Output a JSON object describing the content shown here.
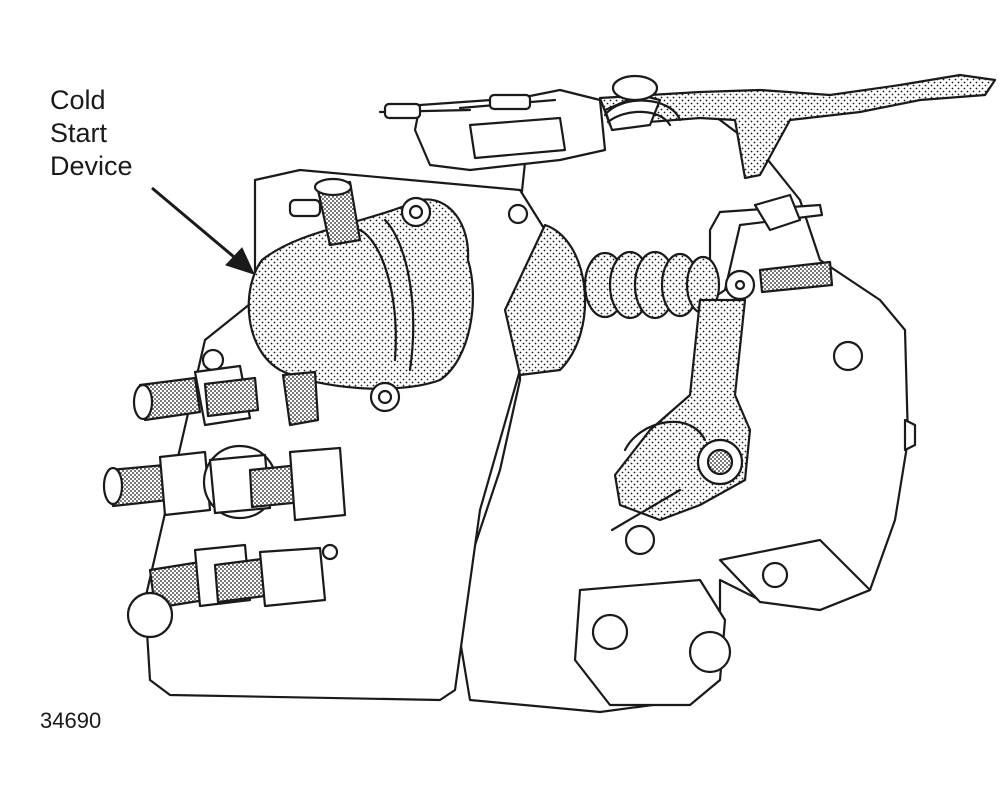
{
  "callout": {
    "line1": "Cold",
    "line2": "Start",
    "line3": "Device"
  },
  "figure_number": "34690",
  "colors": {
    "ink": "#1a1a1a",
    "paper": "#ffffff",
    "shade": "#bdbdbd"
  }
}
